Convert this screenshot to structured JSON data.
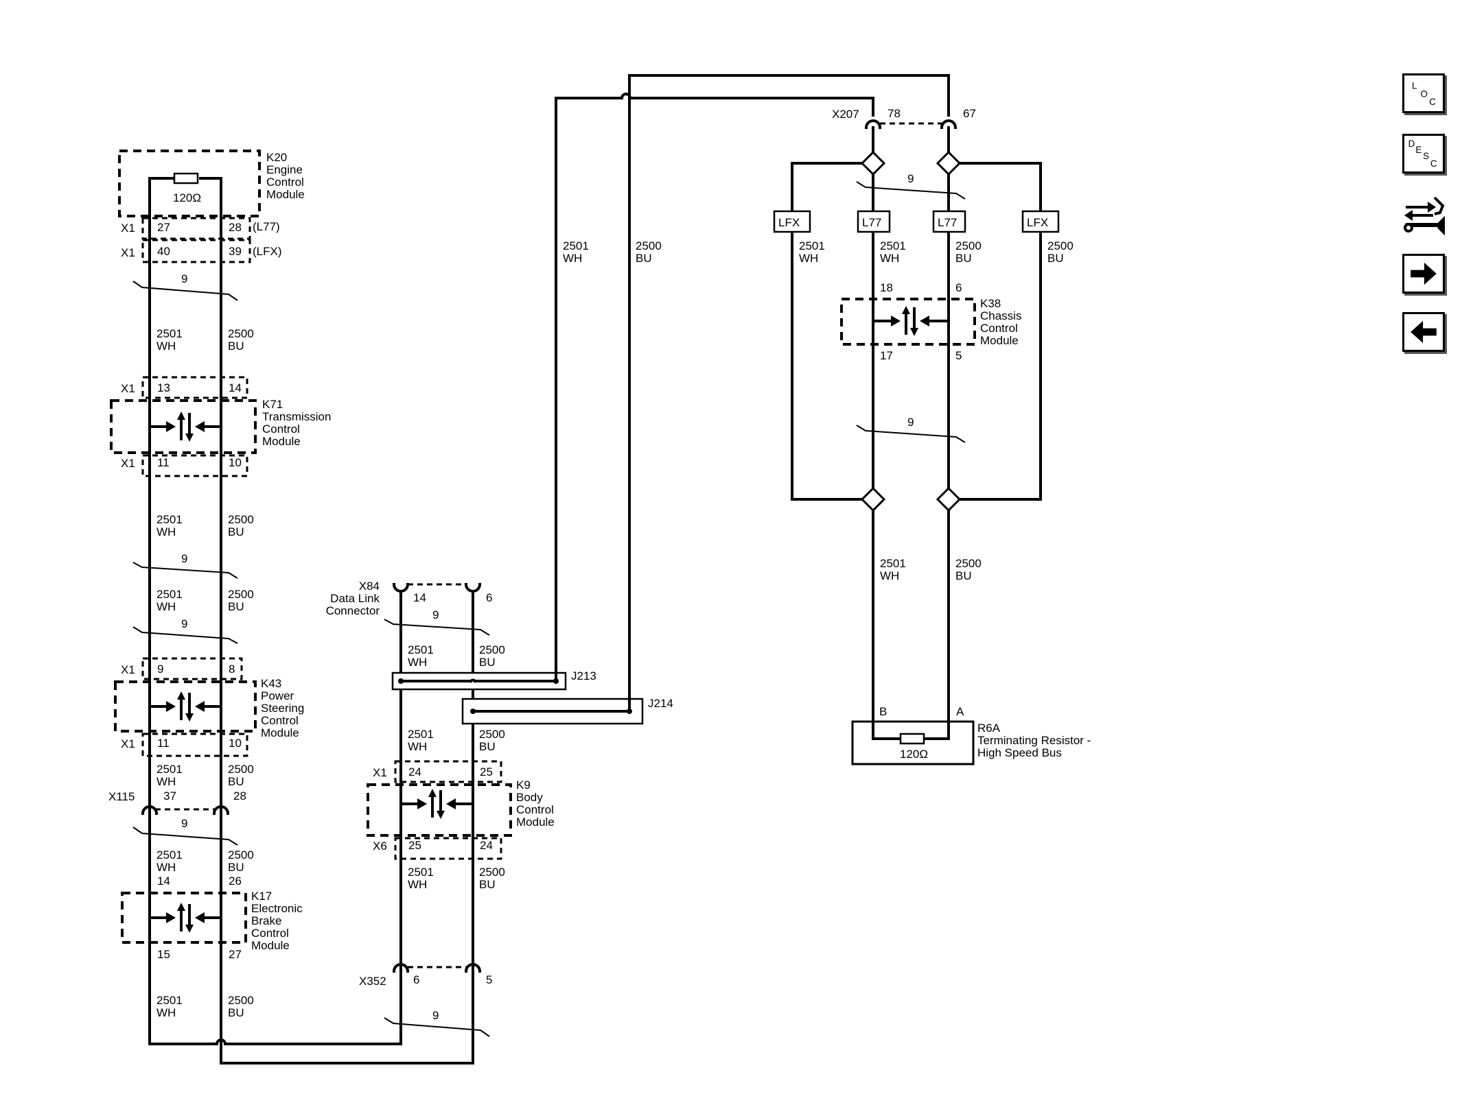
{
  "nav": {
    "loc_button": "LOC",
    "desc_button": "DESC",
    "connector_end_view_button": "",
    "next_button": "",
    "previous_button": ""
  },
  "modules": {
    "k20": {
      "label": "K20\nEngine\nControl\nModule",
      "resistor": "120Ω",
      "x1_l77": {
        "connector": "X1",
        "pin_a": "27",
        "pin_b": "28",
        "note": "(L77)"
      },
      "x1_lfx": {
        "connector": "X1",
        "pin_a": "40",
        "pin_b": "39",
        "note": "(LFX)"
      }
    },
    "k71": {
      "label": "K71\nTransmission\nControl\nModule",
      "top": {
        "connector": "X1",
        "pin_a": "13",
        "pin_b": "14"
      },
      "bottom": {
        "connector": "X1",
        "pin_a": "11",
        "pin_b": "10"
      }
    },
    "k43": {
      "label": "K43\nPower\nSteering\nControl\nModule",
      "top": {
        "connector": "X1",
        "pin_a": "9",
        "pin_b": "8"
      },
      "bottom": {
        "connector": "X1",
        "pin_a": "11",
        "pin_b": "10"
      }
    },
    "k17": {
      "label": "K17\nElectronic\nBrake\nControl\nModule",
      "pin_top_a": "14",
      "pin_top_b": "26",
      "pin_bot_a": "15",
      "pin_bot_b": "27"
    },
    "k9": {
      "label": "K9\nBody\nControl\nModule",
      "top": {
        "connector": "X1",
        "pin_a": "24",
        "pin_b": "25"
      },
      "bottom": {
        "connector": "X6",
        "pin_a": "25",
        "pin_b": "24"
      }
    },
    "k38": {
      "label": "K38\nChassis\nControl\nModule",
      "pin_top_a": "18",
      "pin_top_b": "6",
      "pin_bot_a": "17",
      "pin_bot_b": "5"
    },
    "r6a": {
      "label": "R6A\nTerminating Resistor -\nHigh Speed Bus",
      "resistor": "120Ω",
      "pin_a": "B",
      "pin_b": "A"
    }
  },
  "connectors": {
    "x115": {
      "label": "X115",
      "pin_a": "37",
      "pin_b": "28"
    },
    "x84": {
      "label": "X84\nData Link\nConnector",
      "pin_a": "14",
      "pin_b": "6"
    },
    "x352": {
      "label": "X352",
      "pin_a": "6",
      "pin_b": "5"
    },
    "x207": {
      "label": "X207",
      "pin_a": "78",
      "pin_b": "67"
    }
  },
  "splices": {
    "j213": "J213",
    "j214": "J214"
  },
  "options": {
    "lfx": "LFX",
    "l77": "L77"
  },
  "wires": {
    "low": "2501\nWH",
    "high": "2500\nBU",
    "twist": "9"
  }
}
